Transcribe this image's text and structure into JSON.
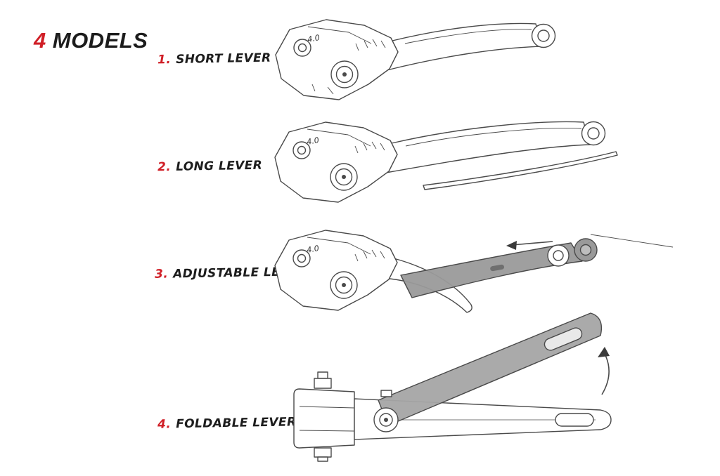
{
  "title": {
    "number": "4",
    "word": "MODELS"
  },
  "models": [
    {
      "index": "1.",
      "label": "SHORT LEVER"
    },
    {
      "index": "2.",
      "label": "LONG LEVER"
    },
    {
      "index": "3.",
      "label": "ADJUSTABLE LEVER"
    },
    {
      "index": "4.",
      "label": "FOLDABLE LEVER"
    }
  ],
  "dial_marking": "4.0",
  "colors": {
    "accent_red": "#d01f27",
    "ink": "#1d1d1d",
    "line_gray": "#4a4a4a",
    "shade_gray": "#a0a0a0"
  }
}
